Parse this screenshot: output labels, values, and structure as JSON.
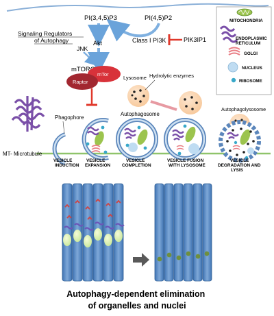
{
  "pathway": {
    "pip3": "PI(3,4,5)P3",
    "pip2": "PI(4,5)P2",
    "signaling_regulators": "Signaling Regulators\nof Autophagy",
    "jnk": "JNK",
    "akt": "Akt",
    "class1_pi3k": "Class I PI3K",
    "pik3ip1": "PIK3IP1",
    "mtorc1": "mTORC1",
    "mtor": "mTor",
    "raptor": "Raptor"
  },
  "legend": {
    "items": [
      {
        "label": "MITOCHONDRIA",
        "icon": "mitochondria-icon",
        "color": "#9cc44e"
      },
      {
        "label": "ENDOPLASMIC\nRETICULUM",
        "icon": "er-icon",
        "color": "#7a4fa8"
      },
      {
        "label": "GOLGI",
        "icon": "golgi-icon",
        "color": "#e97f86"
      },
      {
        "label": "NUCLEUS",
        "icon": "nucleus-icon",
        "color": "#bfdcf2"
      },
      {
        "label": "RIBOSOME",
        "icon": "ribosome-icon",
        "color": "#39a8c9"
      }
    ]
  },
  "vesicles": {
    "lysosome": "Lysosome",
    "hydrolytic_enzymes": "Hydrolytic enzymes",
    "phagophore": "Phagophore",
    "autophagosome": "Autophagosome",
    "autophagolysosome": "Autophagolysosome",
    "microtubule": "MT- Microtubule",
    "stages": [
      "VESICLE\nINDUCTION",
      "VESICLE\nEXPANSION",
      "VESICLE\nCOMPLETION",
      "VESICLE FUSION\nWITH LYSOSOME",
      "VESICLE\nDEGRADATION AND\nLYSIS"
    ]
  },
  "bottom_caption": "Autophagy-dependent elimination\nof organelles and nuclei",
  "colors": {
    "membrane_line": "#8bb0d8",
    "inhibit_red": "#e0382b",
    "arrow_blue": "#7fb0e0",
    "fiber_blue": "#4f86c6",
    "mtor_red": "#d8323a",
    "raptor_dark": "#a22730",
    "microtubule_green": "#8fc46a"
  }
}
